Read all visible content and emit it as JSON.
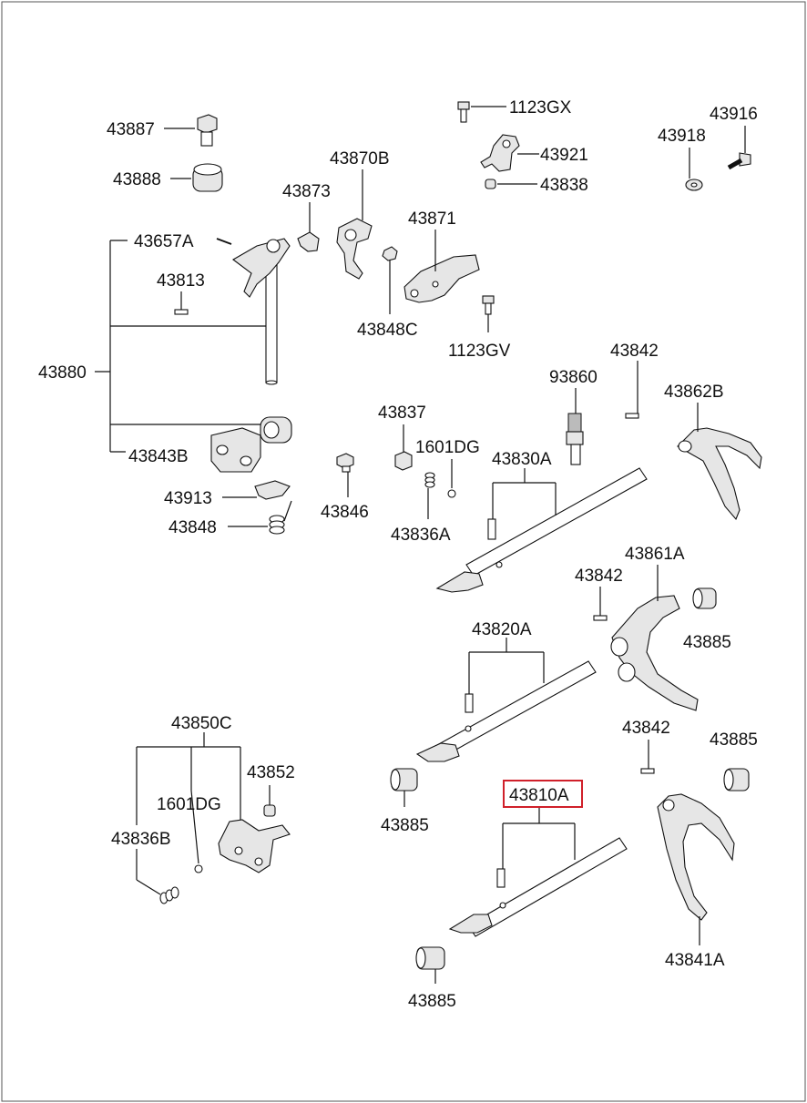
{
  "diagram": {
    "highlight_color": "#d0202a",
    "highlighted_part": "43810A",
    "labels": {
      "p43887": "43887",
      "p43888": "43888",
      "p43873": "43873",
      "p43870B": "43870B",
      "p1123GX": "1123GX",
      "p43921": "43921",
      "p43838": "43838",
      "p43916": "43916",
      "p43918": "43918",
      "p43871": "43871",
      "p43657A": "43657A",
      "p43813": "43813",
      "p43848C": "43848C",
      "p1123GV": "1123GV",
      "p43880": "43880",
      "p43842a": "43842",
      "p93860": "93860",
      "p43862B": "43862B",
      "p43837": "43837",
      "p1601DGa": "1601DG",
      "p43830A": "43830A",
      "p43843B": "43843B",
      "p43846": "43846",
      "p43913": "43913",
      "p43848": "43848",
      "p43836A": "43836A",
      "p43861A": "43861A",
      "p43842b": "43842",
      "p43885a": "43885",
      "p43820A": "43820A",
      "p43850C": "43850C",
      "p43852": "43852",
      "p1601DGb": "1601DG",
      "p43836B": "43836B",
      "p43842c": "43842",
      "p43885b": "43885",
      "p43885c": "43885",
      "p43810A": "43810A",
      "p43841A": "43841A",
      "p43885d": "43885"
    }
  }
}
